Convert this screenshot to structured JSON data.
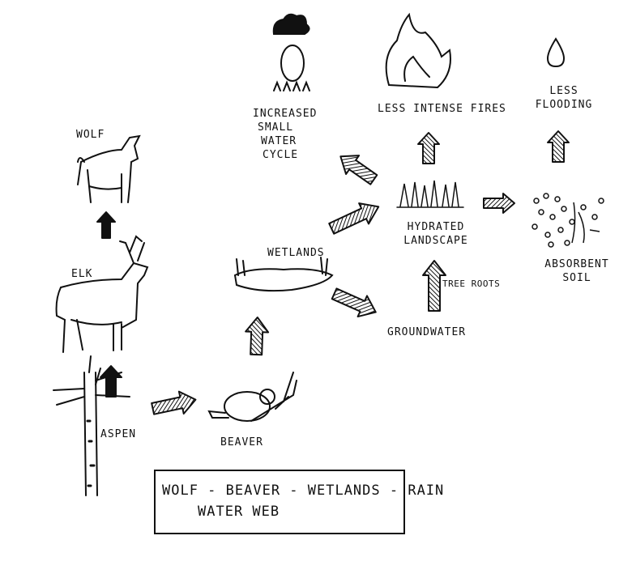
{
  "title": {
    "line1": "WOLF - BEAVER - WETLANDS - RAIN",
    "line2": "WATER WEB"
  },
  "nodes": {
    "wolf": "WOLF",
    "elk": "ELK",
    "aspen": "ASPEN",
    "beaver": "BEAVER",
    "wetlands": "WETLANDS",
    "groundwater": "GROUNDWATER",
    "hydrated_landscape": [
      "HYDRATED",
      "LANDSCAPE"
    ],
    "tree_roots": "TREE ROOTS",
    "increased_small_water_cycle": [
      "INCREASED",
      "SMALL",
      "WATER",
      "CYCLE"
    ],
    "less_intense_fires": "LESS INTENSE FIRES",
    "less_flooding": [
      "LESS",
      "FLOODING"
    ],
    "absorbent_soil": [
      "ABSORBENT",
      "SOIL"
    ]
  },
  "colors": {
    "ink": "#111111",
    "background": "#ffffff"
  }
}
